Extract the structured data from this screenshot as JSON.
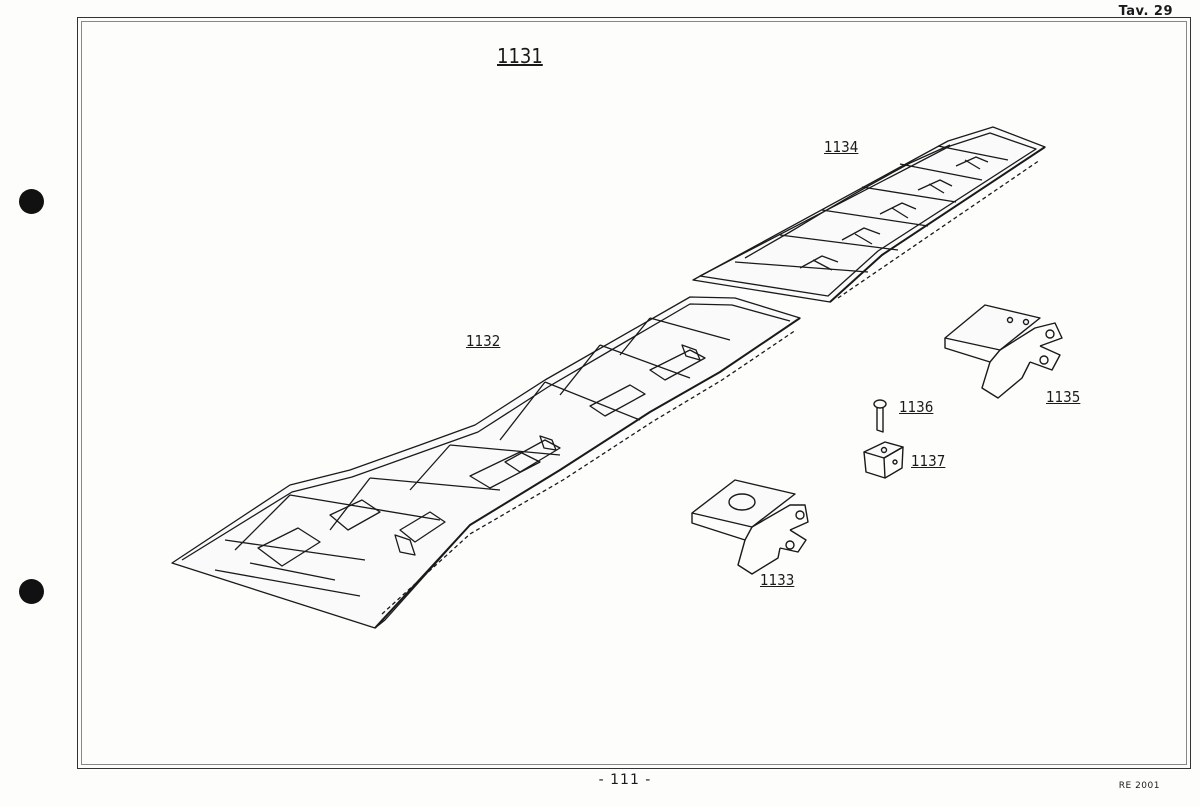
{
  "header": {
    "plate": "Tav. 29"
  },
  "footer": {
    "page_number": "- 111 -",
    "doc_code": "RE 2001"
  },
  "assembly": {
    "number": "1131"
  },
  "parts": [
    {
      "id": "outer-panel",
      "number": "1134"
    },
    {
      "id": "inner-panel",
      "number": "1132"
    },
    {
      "id": "right-bracket",
      "number": "1135"
    },
    {
      "id": "pin",
      "number": "1136"
    },
    {
      "id": "block",
      "number": "1137"
    },
    {
      "id": "lower-bracket",
      "number": "1133"
    }
  ]
}
